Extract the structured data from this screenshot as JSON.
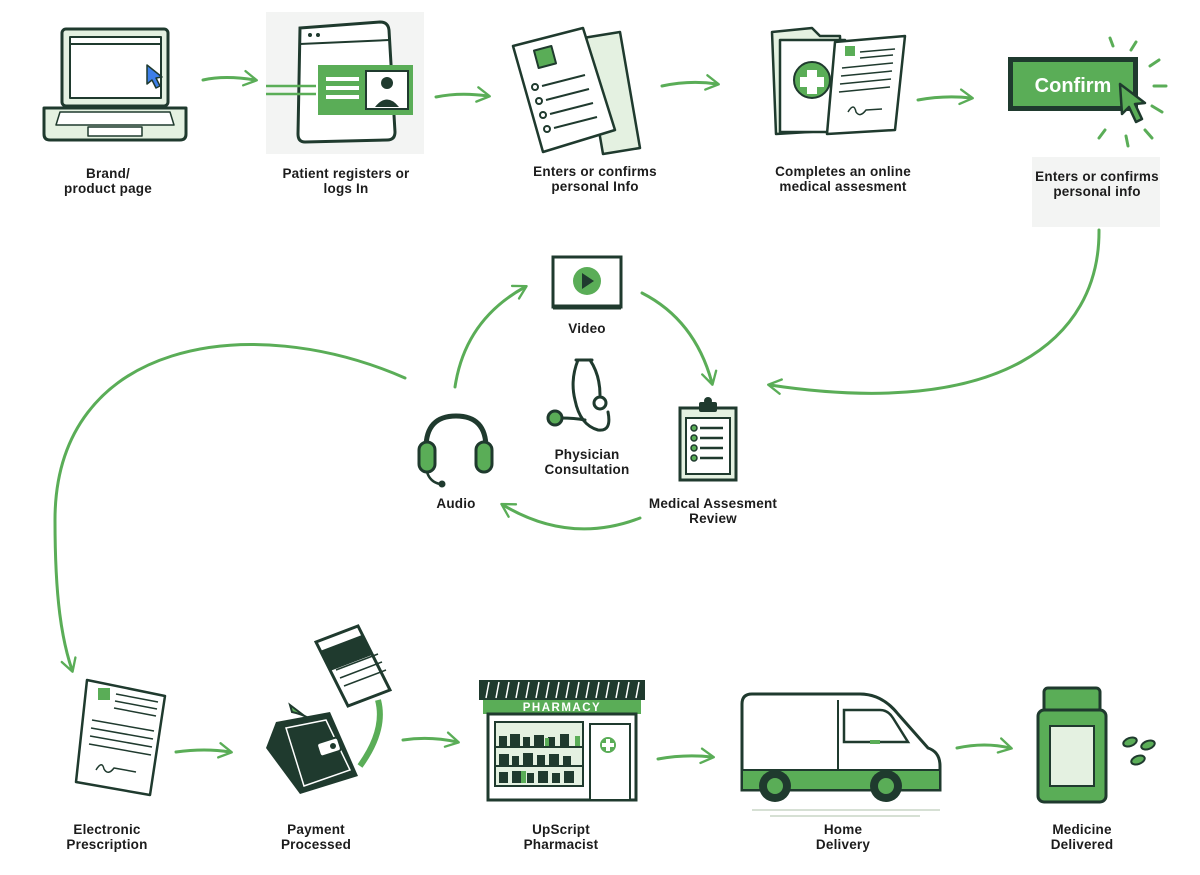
{
  "steps": {
    "brand": {
      "line1": "Brand/",
      "line2": "product page"
    },
    "register": {
      "line1": "Patient registers or",
      "line2": "logs In"
    },
    "personal": {
      "line1": "Enters or confirms",
      "line2": "personal Info"
    },
    "assessment": {
      "line1": "Completes an online",
      "line2": "medical assesment"
    },
    "confirm": {
      "line1": "Enters or confirms",
      "line2": "personal info",
      "button_text": "Confirm"
    },
    "video": {
      "line1": "Video"
    },
    "physician": {
      "line1": "Physician",
      "line2": "Consultation"
    },
    "audio": {
      "line1": "Audio"
    },
    "review": {
      "line1": "Medical Assesment",
      "line2": "Review"
    },
    "prescription": {
      "line1": "Electronic",
      "line2": "Prescription"
    },
    "payment": {
      "line1": "Payment",
      "line2": "Processed"
    },
    "pharmacy": {
      "line1": "UpScript",
      "line2": "Pharmacist",
      "sign": "PHARMACY"
    },
    "delivery": {
      "line1": "Home",
      "line2": "Delivery"
    },
    "delivered": {
      "line1": "Medicine",
      "line2": "Delivered"
    }
  },
  "colors": {
    "green": "#5aad57",
    "dark": "#1f3a2e",
    "light_green": "#e4f1e1",
    "panel": "#f3f4f3"
  }
}
